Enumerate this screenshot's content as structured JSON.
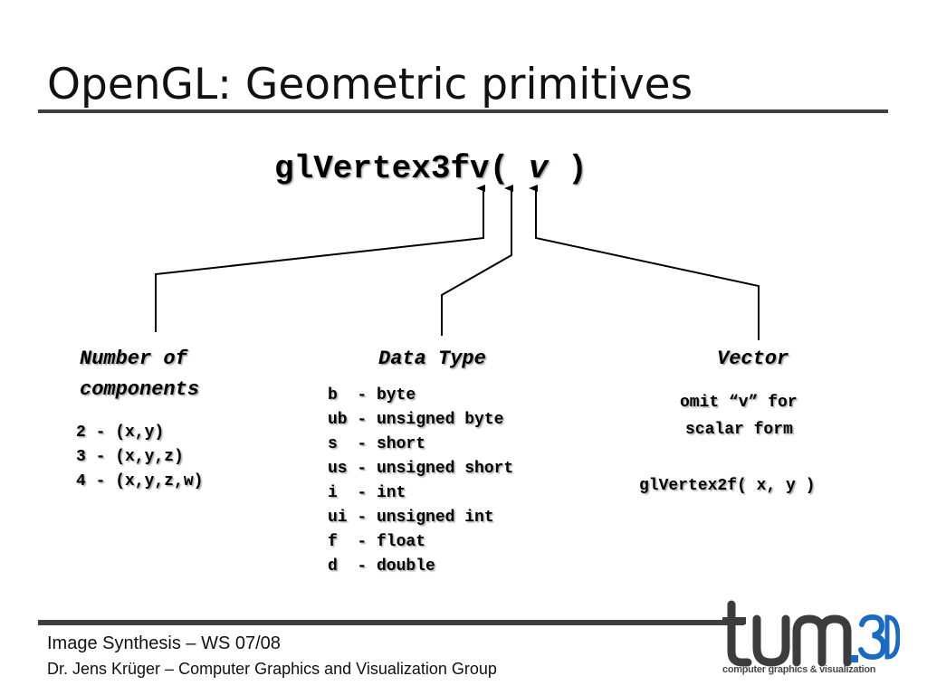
{
  "slide": {
    "title": "OpenGL: Geometric primitives"
  },
  "function_call": {
    "prefix": "glVertex3fv( ",
    "argument": "v",
    "suffix": " )"
  },
  "columns": {
    "components": {
      "heading_line1": "Number of",
      "heading_line2": "components",
      "items": [
        "2 - (x,y)",
        "3 - (x,y,z)",
        "4 - (x,y,z,w)"
      ]
    },
    "data_type": {
      "heading": "Data Type",
      "items": [
        "b  - byte",
        "ub - unsigned byte",
        "s  - short",
        "us - unsigned short",
        "i  - int",
        "ui - unsigned int",
        "f  - float",
        "d  - double"
      ]
    },
    "vector": {
      "heading": "Vector",
      "line1": "omit “v” for",
      "line2": "scalar form",
      "example": "glVertex2f( x, y )"
    }
  },
  "footer": {
    "course": "Image Synthesis – WS 07/08",
    "author": "Dr. Jens Krüger – Computer Graphics and Visualization Group"
  },
  "logo": {
    "word": "tum.3D",
    "tagline": "computer graphics & visualization",
    "colors": {
      "dark": "#3c3c3c",
      "accent": "#1a6bbf"
    }
  }
}
